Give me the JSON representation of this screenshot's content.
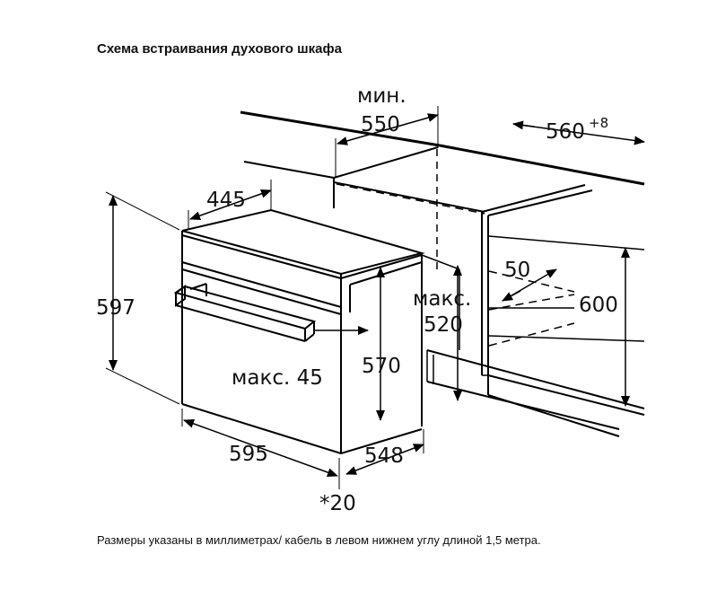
{
  "title": "Схема встраивания духового шкафа",
  "footnote": "Размеры указаны в миллиметрах/ кабель в левом нижнем углу длиной 1,5 метра.",
  "dimensions": {
    "min_label": "мин.",
    "niche_depth": "550",
    "niche_width": "560",
    "niche_width_tolerance": "+8",
    "top_depth": "445",
    "height": "597",
    "max_label": "макс.",
    "max_depth": "520",
    "clearance_top": "50",
    "niche_height": "600",
    "handle_max": "макс. 45",
    "body_height": "570",
    "width": "595",
    "body_depth": "548",
    "panel_offset": "*20"
  }
}
